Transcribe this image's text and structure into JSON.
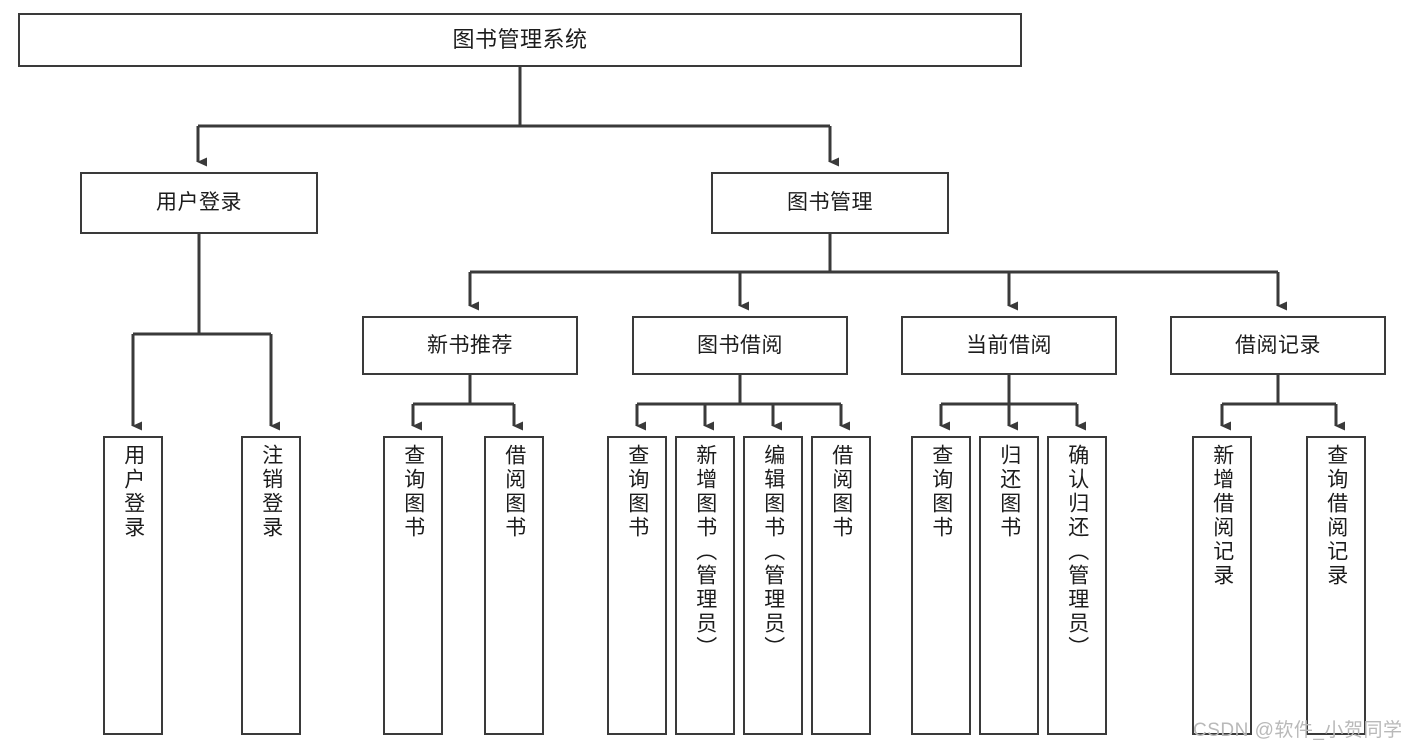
{
  "diagram": {
    "title": "图书管理系统",
    "type": "tree-hierarchy",
    "orientation": "top-down",
    "colors": {
      "box_border": "#3a3a3a",
      "box_fill": "#ffffff",
      "connector": "#3a3a3a",
      "text": "#1c1c1c",
      "watermark": "#b9b9b9",
      "background": "#ffffff"
    },
    "root": {
      "label": "图书管理系统"
    },
    "level2": [
      {
        "label": "用户登录"
      },
      {
        "label": "图书管理"
      }
    ],
    "level3": [
      {
        "label": "新书推荐"
      },
      {
        "label": "图书借阅"
      },
      {
        "label": "当前借阅"
      },
      {
        "label": "借阅记录"
      }
    ],
    "leaves": {
      "user_login": [
        {
          "label": "用户登录"
        },
        {
          "label": "注销登录"
        }
      ],
      "new_book_recommend": [
        {
          "label": "查询图书"
        },
        {
          "label": "借阅图书"
        }
      ],
      "book_borrow": [
        {
          "label": "查询图书"
        },
        {
          "label": "新增图书（管理员）"
        },
        {
          "label": "编辑图书（管理员）"
        },
        {
          "label": "借阅图书"
        }
      ],
      "current_borrow": [
        {
          "label": "查询图书"
        },
        {
          "label": "归还图书"
        },
        {
          "label": "确认归还（管理员）"
        }
      ],
      "borrow_record": [
        {
          "label": "新增借阅记录"
        },
        {
          "label": "查询借阅记录"
        }
      ]
    }
  },
  "watermark": {
    "text": "CSDN @软件_小贺同学"
  }
}
